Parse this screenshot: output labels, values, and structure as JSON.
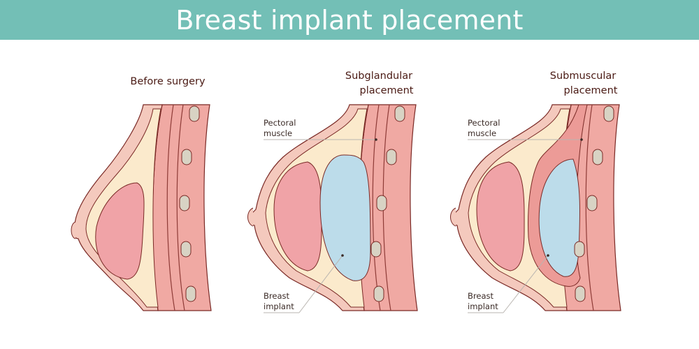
{
  "header": {
    "title": "Breast implant placement"
  },
  "panels": [
    {
      "id": "before",
      "title": [
        "Before surgery"
      ]
    },
    {
      "id": "subglandular",
      "title": [
        "Subglandular",
        "placement"
      ],
      "labels": {
        "muscle": [
          "Pectoral",
          "muscle"
        ],
        "implant": [
          "Breast",
          "implant"
        ]
      }
    },
    {
      "id": "submuscular",
      "title": [
        "Submuscular",
        "placement"
      ],
      "labels": {
        "muscle": [
          "Pectoral",
          "muscle"
        ],
        "implant": [
          "Breast",
          "implant"
        ]
      }
    }
  ],
  "colors": {
    "banner": "#73bfb6",
    "skin": "#f4c9bd",
    "fat": "#fbeacc",
    "gland": "#f0a3a7",
    "muscle": "#ec9b97",
    "muscle_line": "#8e3b37",
    "rib": "#d8d3c4",
    "implant": "#bcdcea",
    "outline": "#7a2a26",
    "leader": "#b9b5b0"
  }
}
